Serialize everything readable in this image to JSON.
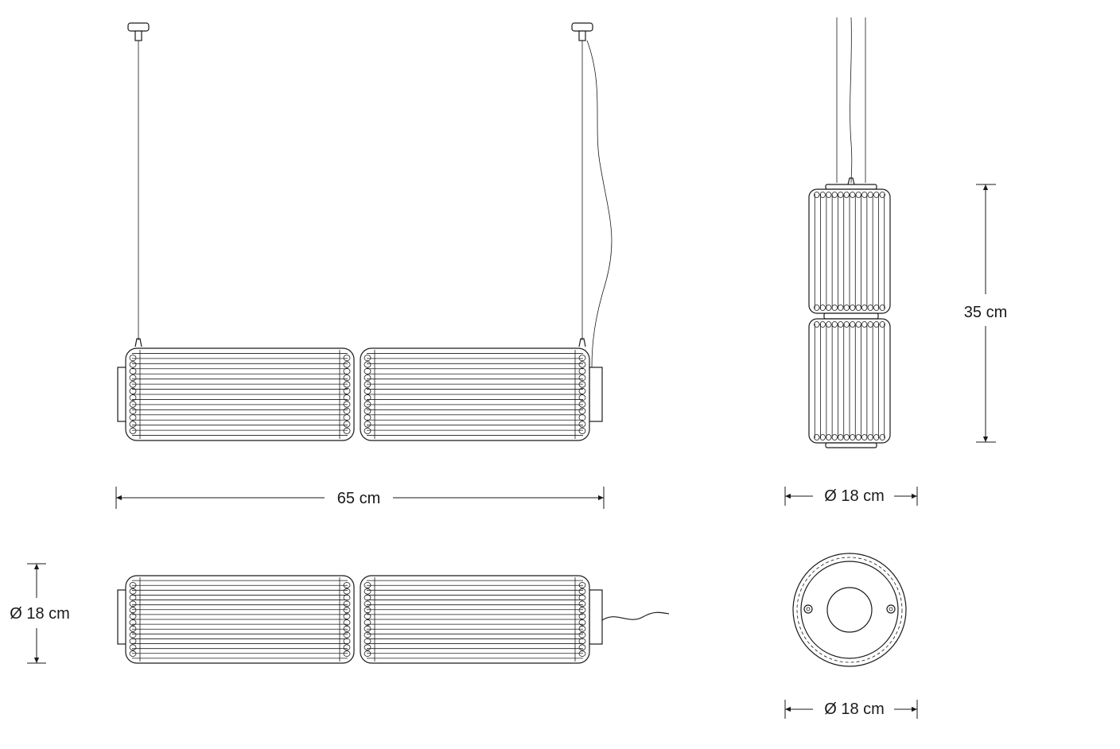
{
  "dimensions": {
    "front_length": "65 cm",
    "side_height": "35 cm",
    "side_diameter": "Ø 18 cm",
    "bottom_diameter": "Ø 18 cm",
    "end_diameter": "Ø 18 cm"
  },
  "views": [
    {
      "name": "front-elevation",
      "icon": "pendant-front-view-icon"
    },
    {
      "name": "side-elevation",
      "icon": "pendant-side-view-icon"
    },
    {
      "name": "plan-from-below",
      "icon": "pendant-plan-view-icon"
    },
    {
      "name": "end-view-top",
      "icon": "pendant-top-view-icon"
    }
  ]
}
